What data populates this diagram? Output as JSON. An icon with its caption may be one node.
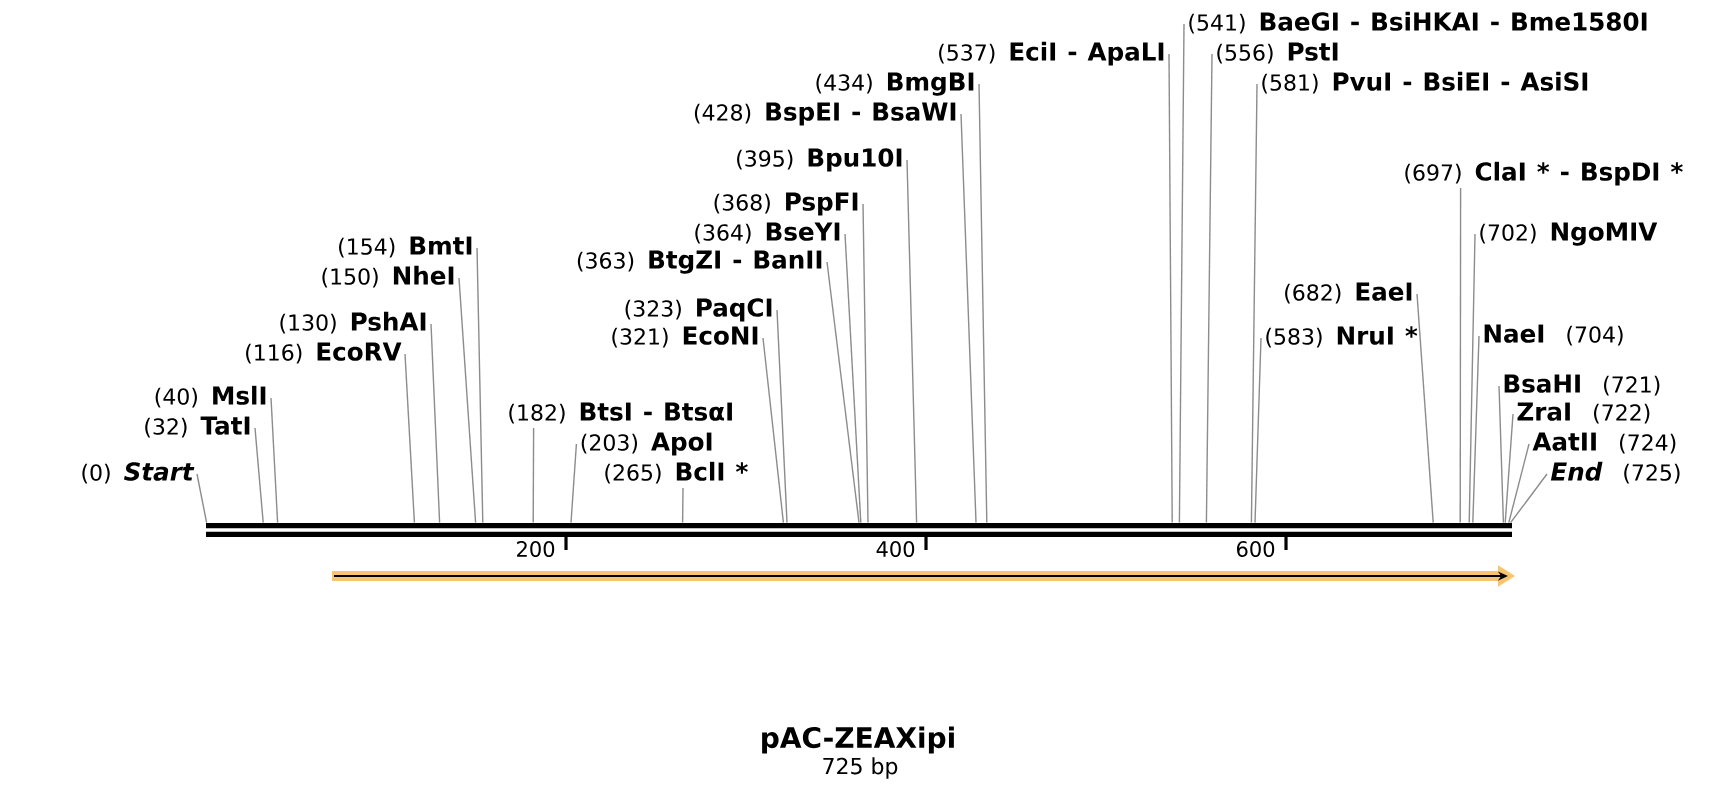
{
  "diagram": {
    "title": "pAC-ZEAXipi",
    "nodes": [
      {
        "text": [],
        "shape": "bar"
      },
      {
        "text": [
          "(0)",
          "Start"
        ]
      },
      {
        "text": [
          "(32)",
          "TatI"
        ]
      },
      {
        "text": [
          "(40)",
          "MslI"
        ]
      },
      {
        "text": [
          "(116)",
          "EcoRV"
        ]
      },
      {
        "text": [
          "(130)",
          "PshAI"
        ]
      },
      {
        "text": [
          "(150)",
          "NheI"
        ]
      },
      {
        "text": [
          "(154)",
          "BmtI"
        ]
      },
      {
        "text": [
          "(182)",
          "BtsI - BtsαI"
        ]
      },
      {
        "text": [
          "(203)",
          "ApoI"
        ]
      },
      {
        "text": [
          "(265)",
          "BclI *"
        ]
      },
      {
        "text": [
          "(321)",
          "EcoNI"
        ]
      },
      {
        "text": [
          "(323)",
          "PaqCI"
        ]
      },
      {
        "text": [
          "(363)",
          "BtgZI - BanII"
        ]
      },
      {
        "text": [
          "(364)",
          "BseYI"
        ]
      },
      {
        "text": [
          "(368)",
          "PspFI"
        ]
      },
      {
        "text": [
          "(395)",
          "Bpu10I"
        ]
      },
      {
        "text": [
          "(428)",
          "BspEI - BsaWI"
        ]
      },
      {
        "text": [
          "(434)",
          "BmgBI"
        ]
      },
      {
        "text": [
          "(537)",
          "EciI - ApaLI"
        ]
      },
      {
        "text": [
          "(541)",
          "BaeGI - BsiHKAI - Bme1580I"
        ]
      },
      {
        "text": [
          "(556)",
          "PstI"
        ]
      },
      {
        "text": [
          "(581)",
          "PvuI - BsiEI - AsiSI"
        ]
      },
      {
        "text": [
          "(583)",
          "NruI *"
        ]
      },
      {
        "text": [
          "(682)",
          "EaeI"
        ]
      },
      {
        "text": [
          "(697)",
          "ClaI * - BspDI *"
        ]
      },
      {
        "text": [
          "(702)",
          "NgoMIV"
        ]
      },
      {
        "text": [
          "NaeI",
          "(704)"
        ]
      },
      {
        "text": [
          "BsaHI",
          "(721)"
        ]
      },
      {
        "text": [
          "ZraI",
          "(722)"
        ]
      },
      {
        "text": [
          "AatII",
          "(724)"
        ]
      },
      {
        "text": [
          "End",
          "(725)"
        ]
      }
    ],
    "edges": [
      {
        "from": 1,
        "to": 0,
        "arrow": "none"
      },
      {
        "from": 2,
        "to": 0,
        "arrow": "none"
      },
      {
        "from": 3,
        "to": 0,
        "arrow": "none"
      },
      {
        "from": 4,
        "to": 0,
        "arrow": "none"
      },
      {
        "from": 5,
        "to": 0,
        "arrow": "none"
      },
      {
        "from": 6,
        "to": 0,
        "arrow": "none"
      },
      {
        "from": 7,
        "to": 0,
        "arrow": "none"
      },
      {
        "from": 8,
        "to": 0,
        "arrow": "none"
      },
      {
        "from": 9,
        "to": 0,
        "arrow": "none"
      },
      {
        "from": 10,
        "to": 0,
        "arrow": "none"
      },
      {
        "from": 11,
        "to": 0,
        "arrow": "none"
      },
      {
        "from": 12,
        "to": 0,
        "arrow": "none"
      },
      {
        "from": 13,
        "to": 0,
        "arrow": "none"
      },
      {
        "from": 14,
        "to": 0,
        "arrow": "none"
      },
      {
        "from": 15,
        "to": 0,
        "arrow": "none"
      },
      {
        "from": 16,
        "to": 0,
        "arrow": "none"
      },
      {
        "from": 17,
        "to": 0,
        "arrow": "none"
      },
      {
        "from": 18,
        "to": 0,
        "arrow": "none"
      },
      {
        "from": 19,
        "to": 0,
        "arrow": "none"
      },
      {
        "from": 20,
        "to": 0,
        "arrow": "none"
      },
      {
        "from": 21,
        "to": 0,
        "arrow": "none"
      },
      {
        "from": 22,
        "to": 0,
        "arrow": "none"
      },
      {
        "from": 23,
        "to": 0,
        "arrow": "none"
      },
      {
        "from": 24,
        "to": 0,
        "arrow": "none"
      },
      {
        "from": 25,
        "to": 0,
        "arrow": "none"
      },
      {
        "from": 26,
        "to": 0,
        "arrow": "none"
      },
      {
        "from": 27,
        "to": 0,
        "arrow": "none"
      },
      {
        "from": 28,
        "to": 0,
        "arrow": "none"
      },
      {
        "from": 29,
        "to": 0,
        "arrow": "none"
      },
      {
        "from": 30,
        "to": 0,
        "arrow": "none"
      },
      {
        "from": 31,
        "to": 0,
        "arrow": "none"
      }
    ],
    "labels": [
      "200",
      "400",
      "600",
      "725 bp"
    ]
  }
}
